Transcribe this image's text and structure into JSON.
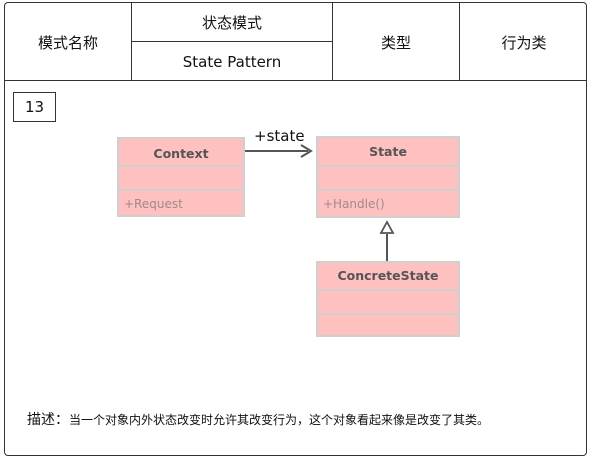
{
  "header": {
    "name_label": "模式名称",
    "name_cn": "状态模式",
    "name_en": "State Pattern",
    "type_label": "类型",
    "type_value": "行为类"
  },
  "diagram": {
    "number": "13",
    "association_label": "+state",
    "classes": {
      "context": {
        "name": "Context",
        "method": "+Request"
      },
      "state": {
        "name": "State",
        "method": "+Handle()"
      },
      "concrete": {
        "name": "ConcreteState"
      }
    },
    "colors": {
      "class_fill": "#ffc0c0",
      "class_border": "#cfcfcf",
      "arrow": "#555555"
    }
  },
  "description": {
    "label": "描述：",
    "text": "当一个对象内外状态改变时允许其改变行为，这个对象看起来像是改变了其类。"
  }
}
